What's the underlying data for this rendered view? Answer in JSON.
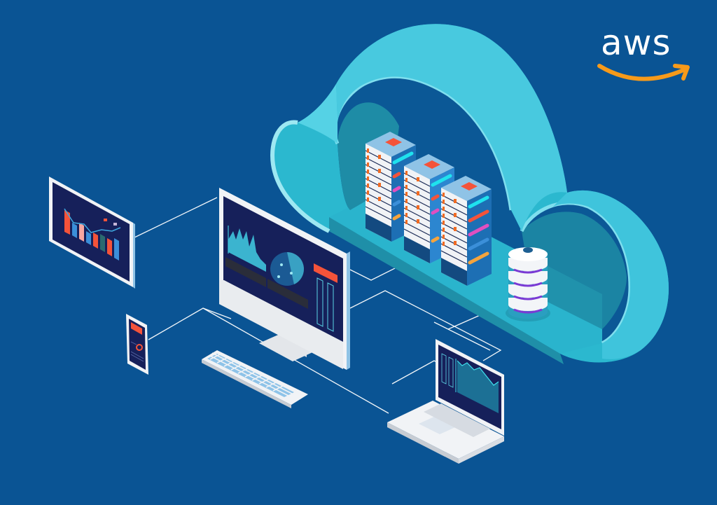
{
  "scene": {
    "title": "Cloud computing isometric illustration",
    "background_color": "#0a5494"
  },
  "logo": {
    "text": "aws",
    "text_color": "#ffffff",
    "smile_color": "#f79a1a"
  },
  "colors": {
    "cloud_light": "#4fd0e2",
    "cloud_mid": "#2bb8cf",
    "cloud_dark": "#1f8fa8",
    "cloud_edge": "#9ee8f2",
    "screen_bg": "#16205a",
    "device_white": "#f1f3f6",
    "accent_red": "#f4533a",
    "accent_cyan": "#1fe2ee",
    "accent_pink": "#e04fc0",
    "accent_blue": "#3b8fd9",
    "accent_orange": "#f5a43c",
    "connector_line": "#ffffff"
  },
  "devices": {
    "tablet": {
      "name": "tablet",
      "content": "bar-chart-with-trend-line"
    },
    "monitor": {
      "name": "desktop-monitor",
      "content": "area-chart, globe, status-bars"
    },
    "phone": {
      "name": "smartphone",
      "content": "dashboard-gauge"
    },
    "laptop": {
      "name": "laptop",
      "content": "area-chart, level-bars"
    },
    "keyboard": {
      "name": "keyboard"
    }
  },
  "cloud": {
    "servers": 3,
    "database": 1
  }
}
